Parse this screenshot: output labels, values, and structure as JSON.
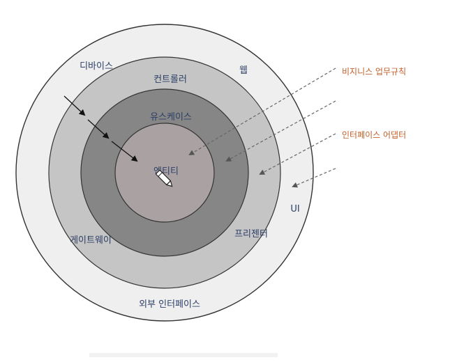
{
  "diagram": {
    "rings": {
      "outer_label": "외부 인터페이스",
      "adapter_label": "",
      "usecase_label": "유스케이스",
      "entity_label": "엔티티"
    },
    "labels": {
      "device": "디바이스",
      "web": "웹",
      "controller": "컨트롤러",
      "gateway": "게이트웨이",
      "presenter": "프리젠터",
      "ui": "UI"
    },
    "annotations": {
      "business_rules": "비지니스 업무규칙",
      "interface_adapter": "인터페이스 어댑터"
    },
    "colors": {
      "outer_ring": "#efefef",
      "adapter_ring": "#c5c5c5",
      "usecase_ring": "#868686",
      "entity_ring": "#aaa2a2",
      "label_navy": "#2c3e66",
      "annotation_orange": "#c4602a",
      "dashed_arrow": "#666666",
      "solid_arrow": "#111111"
    }
  }
}
